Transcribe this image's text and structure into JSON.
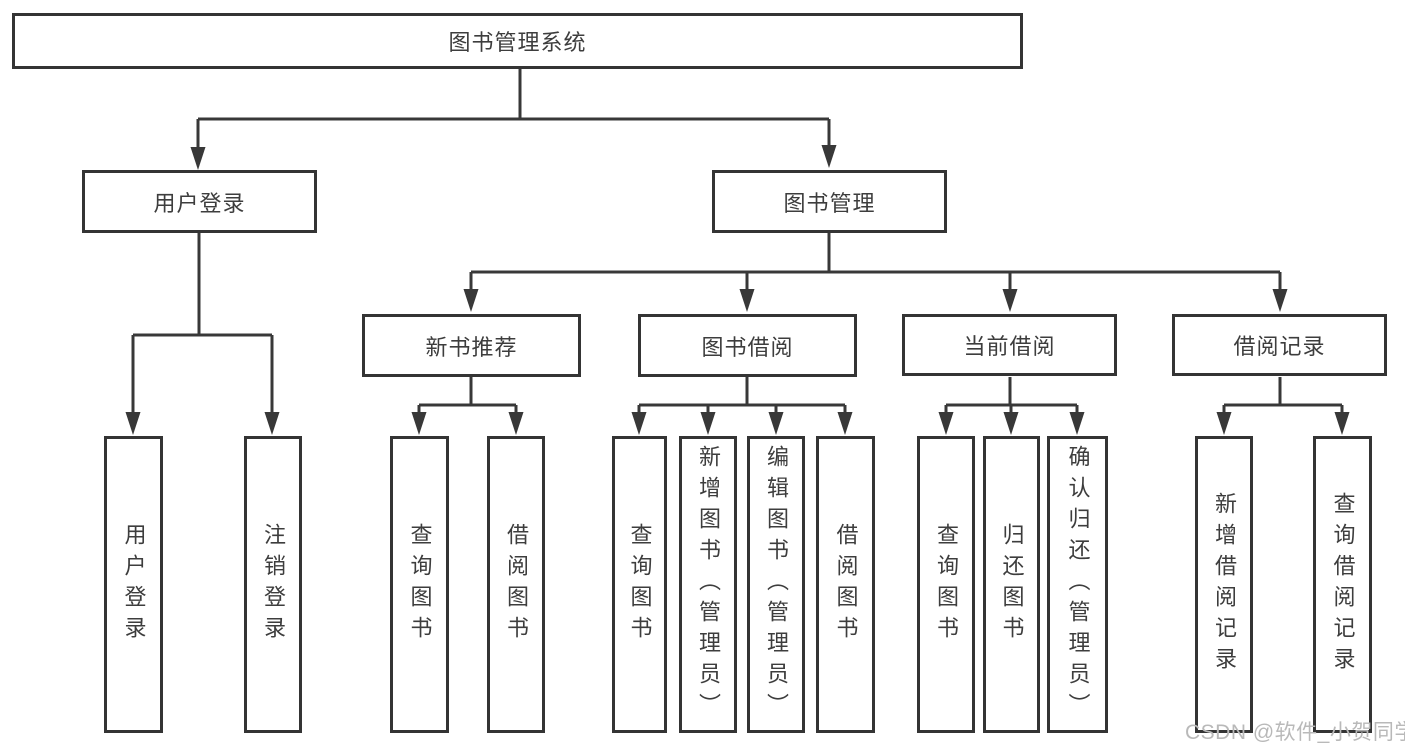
{
  "diagram": {
    "root": {
      "label": "图书管理系统"
    },
    "branches": [
      {
        "label": "用户登录",
        "children": [
          {
            "label": "用户登录"
          },
          {
            "label": "注销登录"
          }
        ]
      },
      {
        "label": "图书管理",
        "children": [
          {
            "label": "新书推荐",
            "children": [
              {
                "label": "查询图书"
              },
              {
                "label": "借阅图书"
              }
            ]
          },
          {
            "label": "图书借阅",
            "children": [
              {
                "label": "查询图书"
              },
              {
                "label": "新增图书（管理员）"
              },
              {
                "label": "编辑图书（管理员）"
              },
              {
                "label": "借阅图书"
              }
            ]
          },
          {
            "label": "当前借阅",
            "children": [
              {
                "label": "查询图书"
              },
              {
                "label": "归还图书"
              },
              {
                "label": "确认归还（管理员）"
              }
            ]
          },
          {
            "label": "借阅记录",
            "children": [
              {
                "label": "新增借阅记录"
              },
              {
                "label": "查询借阅记录"
              }
            ]
          }
        ]
      }
    ]
  },
  "watermark": {
    "text": "CSDN @软件_小贺同学"
  },
  "colors": {
    "line": "#383838",
    "border": "#343434",
    "text": "#3d3d3d",
    "background": "#ffffff",
    "watermark": "#b9b9b9"
  }
}
